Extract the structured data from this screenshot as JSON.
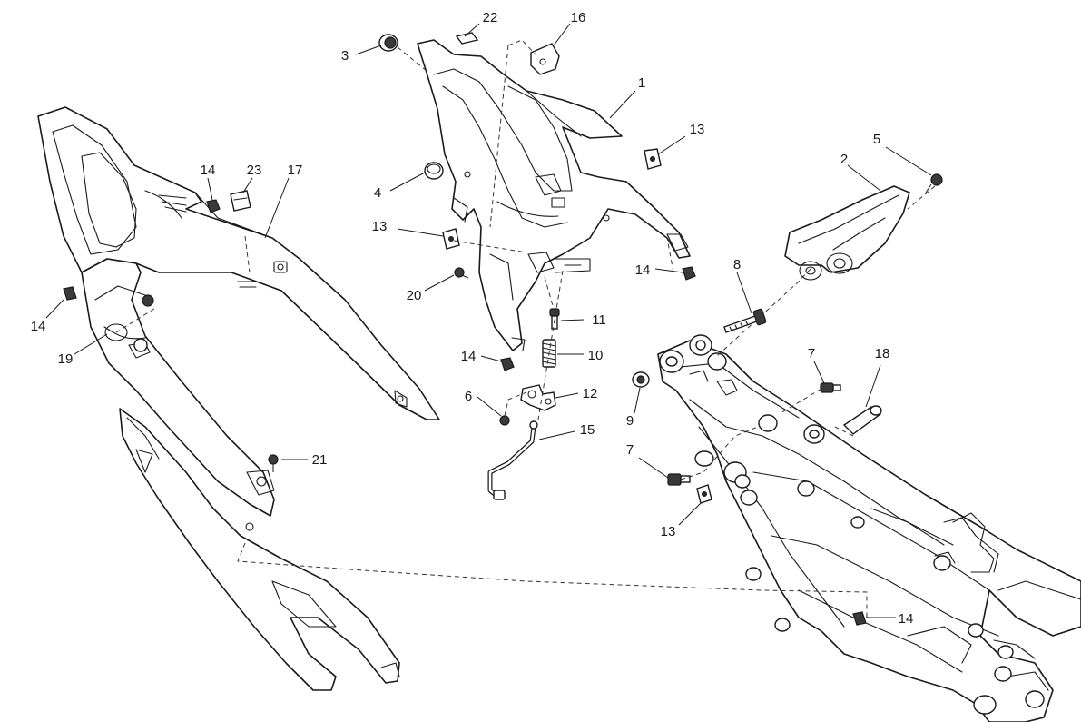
{
  "diagram": {
    "callouts": [
      {
        "id": "c-22a",
        "text": "22"
      },
      {
        "id": "c-16",
        "text": "16"
      },
      {
        "id": "c-3",
        "text": "3"
      },
      {
        "id": "c-1",
        "text": "1"
      },
      {
        "id": "c-13a",
        "text": "13"
      },
      {
        "id": "c-5",
        "text": "5"
      },
      {
        "id": "c-2",
        "text": "2"
      },
      {
        "id": "c-14a",
        "text": "14"
      },
      {
        "id": "c-23",
        "text": "23"
      },
      {
        "id": "c-17",
        "text": "17"
      },
      {
        "id": "c-4",
        "text": "4"
      },
      {
        "id": "c-13b",
        "text": "13"
      },
      {
        "id": "c-14b",
        "text": "14"
      },
      {
        "id": "c-8",
        "text": "8"
      },
      {
        "id": "c-20",
        "text": "20"
      },
      {
        "id": "c-14c",
        "text": "14"
      },
      {
        "id": "c-11",
        "text": "11"
      },
      {
        "id": "c-19",
        "text": "19"
      },
      {
        "id": "c-14d",
        "text": "14"
      },
      {
        "id": "c-10",
        "text": "10"
      },
      {
        "id": "c-7a",
        "text": "7"
      },
      {
        "id": "c-18",
        "text": "18"
      },
      {
        "id": "c-6",
        "text": "6"
      },
      {
        "id": "c-12",
        "text": "12"
      },
      {
        "id": "c-9",
        "text": "9"
      },
      {
        "id": "c-15",
        "text": "15"
      },
      {
        "id": "c-21",
        "text": "21"
      },
      {
        "id": "c-7b",
        "text": "7"
      },
      {
        "id": "c-13c",
        "text": "13"
      },
      {
        "id": "c-14e",
        "text": "14"
      }
    ]
  }
}
